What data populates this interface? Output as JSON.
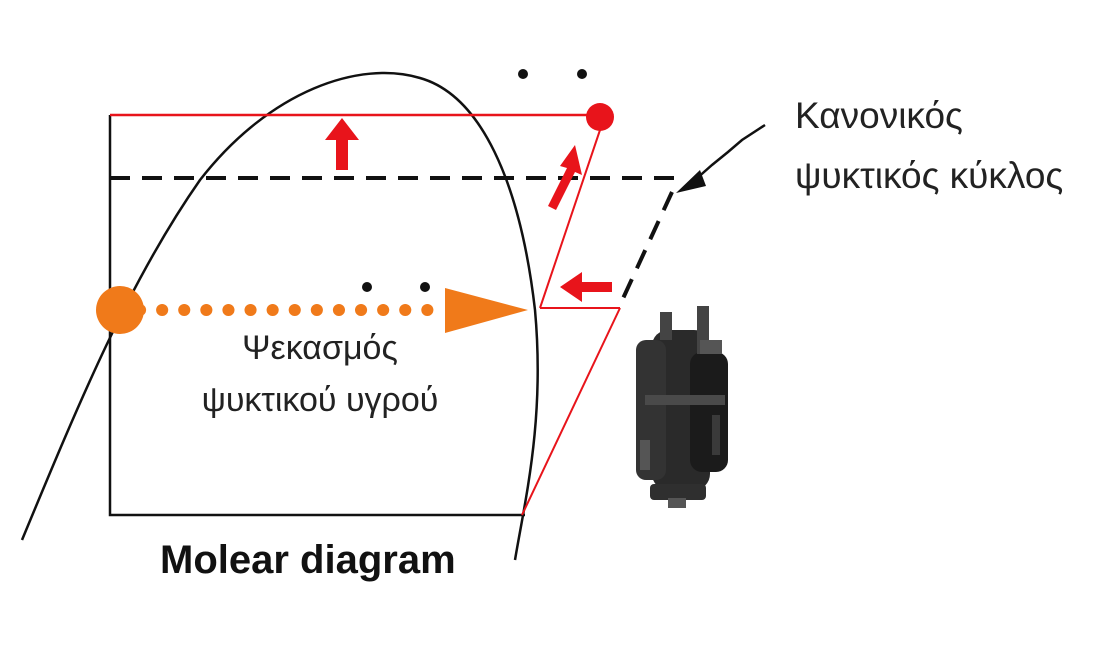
{
  "labels": {
    "normal_cycle": [
      "Κανονικός",
      "ψυκτικός κύκλος"
    ],
    "spray": [
      "Ψεκασμός",
      "ψυκτικού υγρού"
    ],
    "title": "Molear diagram"
  },
  "colors": {
    "red": "#e8141b",
    "orange": "#f07a1a",
    "black": "#111111",
    "background": "#ffffff"
  },
  "icons": [
    "compressor-image"
  ]
}
